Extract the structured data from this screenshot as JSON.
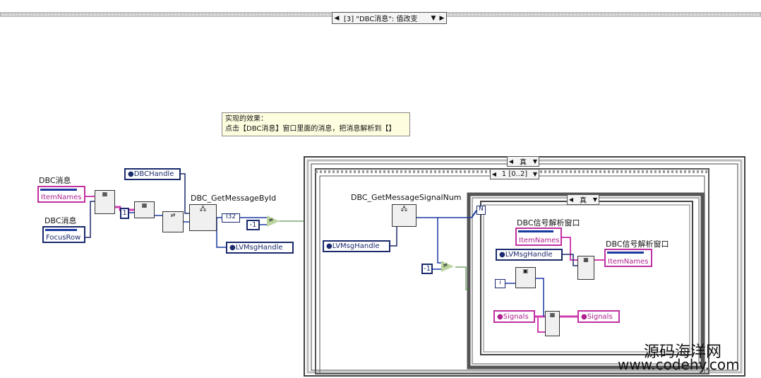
{
  "event_selector": {
    "text": "[3] \"DBC消息\": 值改变"
  },
  "comment": {
    "line1": "实现的效果：",
    "line2": "点击【DBC消息】窗口里面的消息，把消息解析到【】"
  },
  "left": {
    "dbc_label_1": "DBC消息",
    "item_names": "ItemNames",
    "dbc_label_2": "DBC消息",
    "focus_row": "FocusRow",
    "const_one": "1",
    "dbc_handle": "DBCHandle",
    "get_message_label": "DBC_GetMessageById",
    "i32_tag": "I32",
    "const_minus_one": "-1",
    "not_equal": "≠",
    "lv_msg_handle": "LVMsgHandle"
  },
  "outer_case": {
    "selector": "真"
  },
  "sequence": {
    "selector": "1 [0..2]"
  },
  "middle": {
    "get_signal_num_label": "DBC_GetMessageSignalNum",
    "lv_msg_handle": "LVMsgHandle",
    "const_minus_one": "-1",
    "not_equal": "≠"
  },
  "inner_case": {
    "selector": "真"
  },
  "loop": {
    "n_terminal": "N",
    "i_terminal": "i",
    "window_label_1": "DBC信号解析窗口",
    "item_names_in": "ItemNames",
    "lv_msg_handle": "LVMsgHandle",
    "window_label_2": "DBC信号解析窗口",
    "item_names_out": "ItemNames",
    "signals_in": "Signals",
    "signals_out": "Signals"
  },
  "watermark": {
    "cn": "源码海洋网",
    "url": "www.codehy.com"
  },
  "colors": {
    "string_wire": "#d040b0",
    "ref_wire": "#1a2a6c",
    "int_wire": "#1a38a0",
    "bool_wire": "#3a7a2a",
    "frame_dark": "#444444",
    "frame_light": "#c8c8c8"
  }
}
